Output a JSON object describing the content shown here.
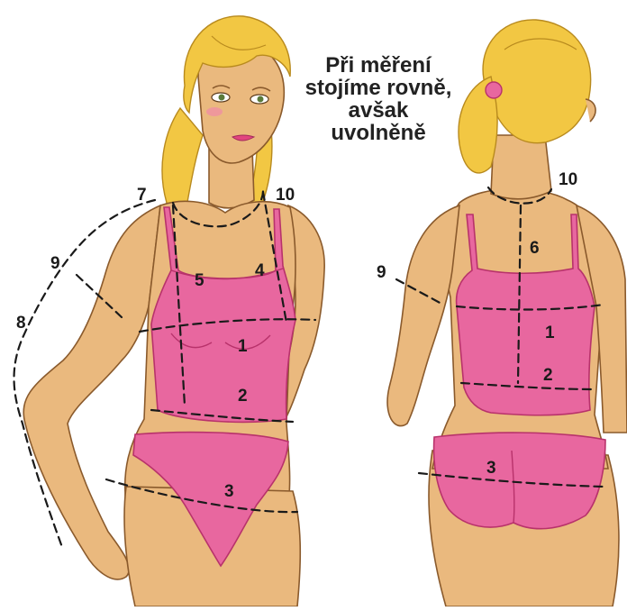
{
  "caption": {
    "lines": [
      "Při měření",
      "stojíme rovně,",
      "avšak",
      "uvolněně"
    ]
  },
  "front_figure": {
    "labels": {
      "m7": "7",
      "m10": "10",
      "m9": "9",
      "m8": "8",
      "m5": "5",
      "m4": "4",
      "m1": "1",
      "m2": "2",
      "m3": "3"
    }
  },
  "back_figure": {
    "labels": {
      "m10": "10",
      "m6": "6",
      "m9": "9",
      "m1": "1",
      "m2": "2",
      "m3": "3"
    }
  },
  "colors": {
    "skin": "#eab97e",
    "garment": "#e8679f",
    "hair": "#f2c743",
    "measure_line": "#1a1a1a"
  }
}
